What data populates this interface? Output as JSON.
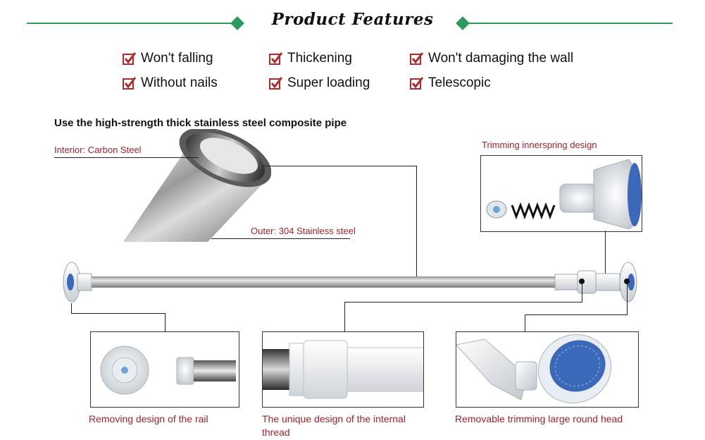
{
  "colors": {
    "green": "#2e9a5e",
    "red": "#a3232a",
    "pipe": "#a8a8a8"
  },
  "header": {
    "title": "Product Features"
  },
  "features": [
    {
      "label": "Won't falling"
    },
    {
      "label": "Thickening"
    },
    {
      "label": "Won't damaging the wall"
    },
    {
      "label": "Without nails"
    },
    {
      "label": "Super loading"
    },
    {
      "label": "Telescopic"
    }
  ],
  "section_heading": "Use the high-strength thick stainless steel composite pipe",
  "pipe_labels": {
    "interior": "Interior: Carbon Steel",
    "outer": "Outer: 304 Stainless steel",
    "spring": "Trimming innerspring design"
  },
  "panels": [
    {
      "caption": "Removing design of the rail"
    },
    {
      "caption": "The unique design of the internal thread"
    },
    {
      "caption": "Removable trimming large round head"
    }
  ]
}
